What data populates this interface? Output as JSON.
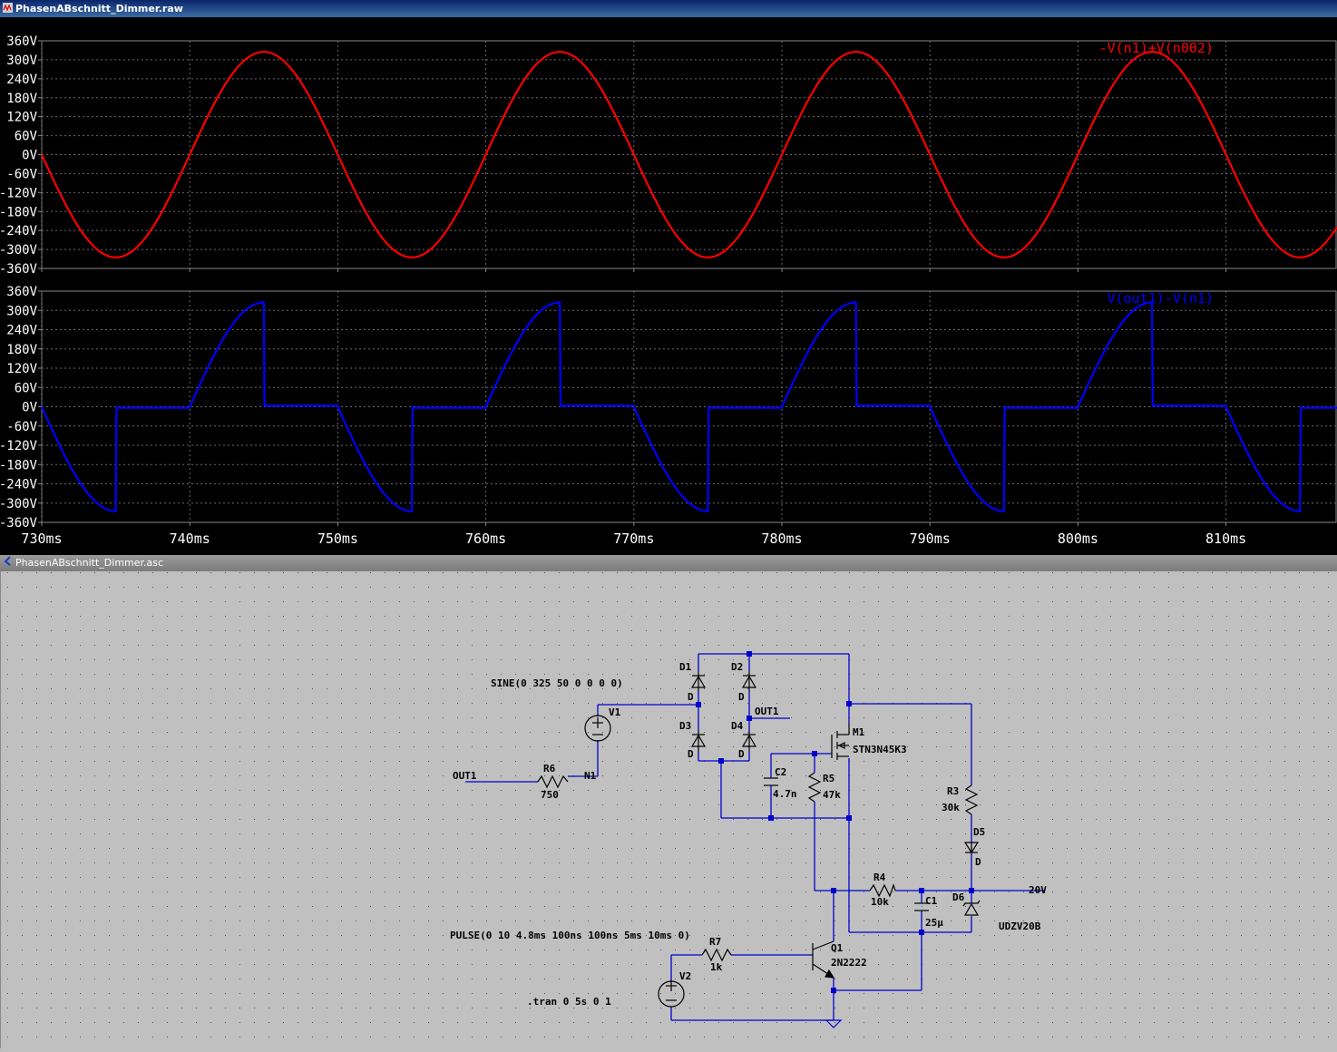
{
  "waveform_window": {
    "title": "PhasenABschnitt_Dimmer.raw"
  },
  "schematic_window": {
    "title": "PhasenABschnitt_Dimmer.asc"
  },
  "chart_data": [
    {
      "type": "line",
      "series": [
        {
          "name": "-V(n1)+V(n002)",
          "color": "#ff0000",
          "shape": "sine",
          "amplitude": 325,
          "frequency_hz": 50
        }
      ],
      "y_ticks": [
        "360V",
        "300V",
        "240V",
        "180V",
        "120V",
        "60V",
        "0V",
        "-60V",
        "-120V",
        "-180V",
        "-240V",
        "-300V",
        "-360V"
      ],
      "ylim": [
        -360,
        360
      ],
      "xlim": [
        730,
        817.5
      ],
      "grid": true
    },
    {
      "type": "line",
      "series": [
        {
          "name": "V(out1)-V(n1)",
          "color": "#0000ff",
          "shape": "phase-cut sine",
          "amplitude": 325,
          "frequency_hz": 50,
          "conduction_ms": 5
        }
      ],
      "y_ticks": [
        "360V",
        "300V",
        "240V",
        "180V",
        "120V",
        "60V",
        "0V",
        "-60V",
        "-120V",
        "-180V",
        "-240V",
        "-300V",
        "-360V"
      ],
      "ylim": [
        -360,
        360
      ],
      "x_ticks": [
        "730ms",
        "740ms",
        "750ms",
        "760ms",
        "770ms",
        "780ms",
        "790ms",
        "800ms",
        "810ms"
      ],
      "x_values": [
        730,
        740,
        750,
        760,
        770,
        780,
        790,
        800,
        810
      ],
      "xlim": [
        730,
        817.5
      ],
      "grid": true
    }
  ],
  "schematic": {
    "sine_spec": "SINE(0 325 50 0 0 0 0)",
    "pulse_spec": "PULSE(0 10 4.8ms 100ns 100ns 5ms 10ms 0)",
    "tran": ".tran 0 5s 0 1",
    "labels": {
      "v1": "V1",
      "v2": "V2",
      "d1": "D1",
      "d2": "D2",
      "d3": "D3",
      "d4": "D4",
      "d5": "D5",
      "d6": "D6",
      "d_model": "D",
      "r3": "R3",
      "r3_val": "30k",
      "r4": "R4",
      "r4_val": "10k",
      "r5": "R5",
      "r5_val": "47k",
      "r6": "R6",
      "r6_val": "750",
      "r7": "R7",
      "r7_val": "1k",
      "c1": "C1",
      "c1_val": "25µ",
      "c2": "C2",
      "c2_val": "4.7n",
      "m1": "M1",
      "m1_model": "STN3N45K3",
      "q1": "Q1",
      "q1_model": "2N2222",
      "d6_model": "UDZV20B",
      "net_out1_left": "OUT1",
      "net_out1": "OUT1",
      "net_n1": "N1",
      "net_20v": "20V"
    },
    "wire_color": "#0000cc",
    "component_color": "#000000",
    "background_color": "#c0c0c0"
  }
}
